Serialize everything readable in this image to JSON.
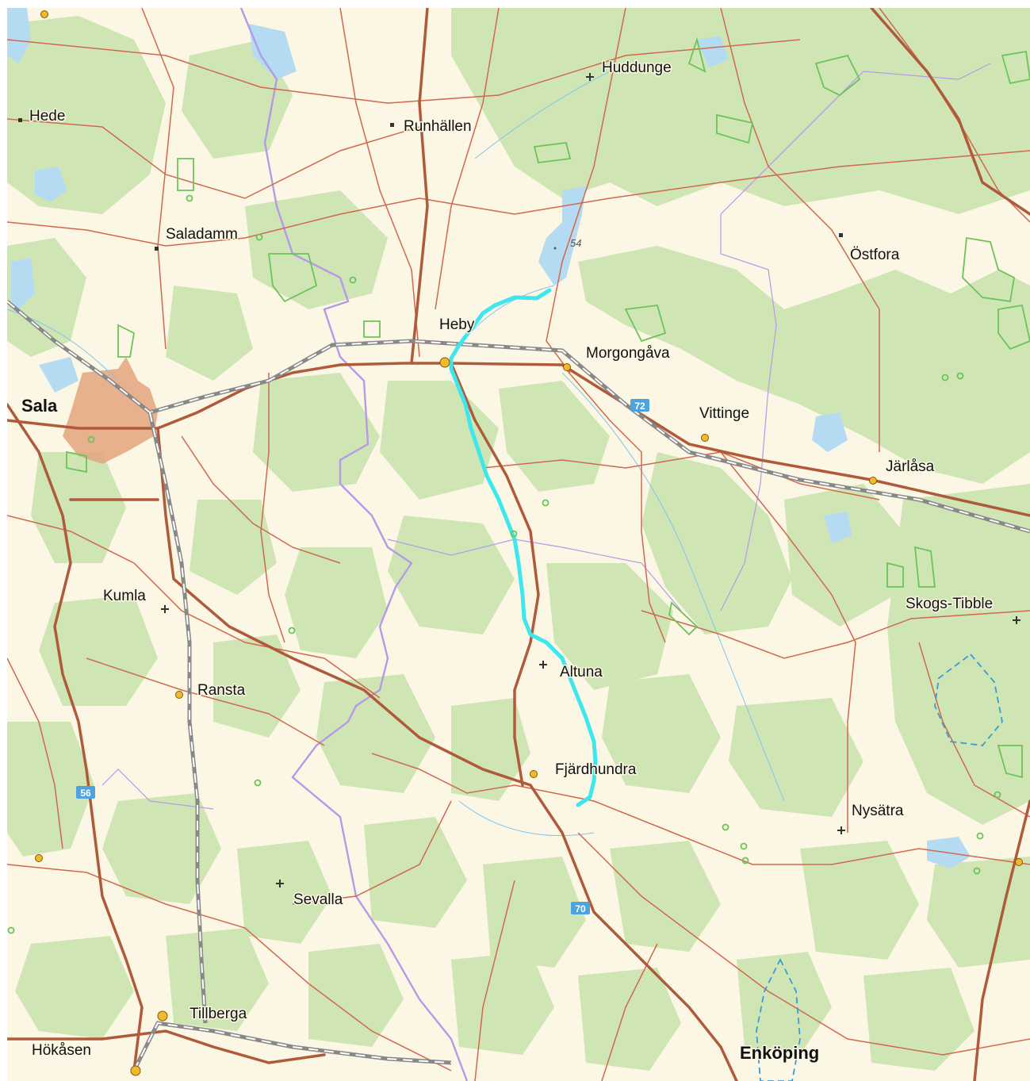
{
  "map": {
    "colors": {
      "land": "#fbf7e4",
      "forest": "#cfe6b4",
      "water": "#b5dbf3",
      "urban": "#e3a47f",
      "road_major": "#b05a3c",
      "road_minor": "#d0684f",
      "railway": "#888888",
      "boundary": "#b59ae8",
      "route": "#3ee6ee",
      "protected_area": "#6cc35a",
      "station": "#f3b92a",
      "shield": "#4da3de"
    },
    "places": [
      {
        "name": "Huddunge",
        "symbol": "church"
      },
      {
        "name": "Hede",
        "symbol": "square"
      },
      {
        "name": "Runhällen",
        "symbol": "square"
      },
      {
        "name": "Saladamm",
        "symbol": "square"
      },
      {
        "name": "Östfora",
        "symbol": "square"
      },
      {
        "name": "Heby",
        "symbol": "station"
      },
      {
        "name": "Morgongåva",
        "symbol": "station"
      },
      {
        "name": "Sala",
        "symbol": "city"
      },
      {
        "name": "Vittinge",
        "symbol": "station"
      },
      {
        "name": "Järlåsa",
        "symbol": "station"
      },
      {
        "name": "Kumla",
        "symbol": "church"
      },
      {
        "name": "Skogs-Tibble",
        "symbol": "church"
      },
      {
        "name": "Altuna",
        "symbol": "church"
      },
      {
        "name": "Ransta",
        "symbol": "station"
      },
      {
        "name": "Fjärdhundra",
        "symbol": "station"
      },
      {
        "name": "Nysätra",
        "symbol": "church"
      },
      {
        "name": "Sevalla",
        "symbol": "church"
      },
      {
        "name": "Tillberga",
        "symbol": "station"
      },
      {
        "name": "Hökåsen",
        "symbol": "none"
      },
      {
        "name": "Enköping",
        "symbol": "city"
      }
    ],
    "road_shields": [
      "72",
      "56",
      "70"
    ],
    "elevation_labels": [
      "54"
    ]
  }
}
